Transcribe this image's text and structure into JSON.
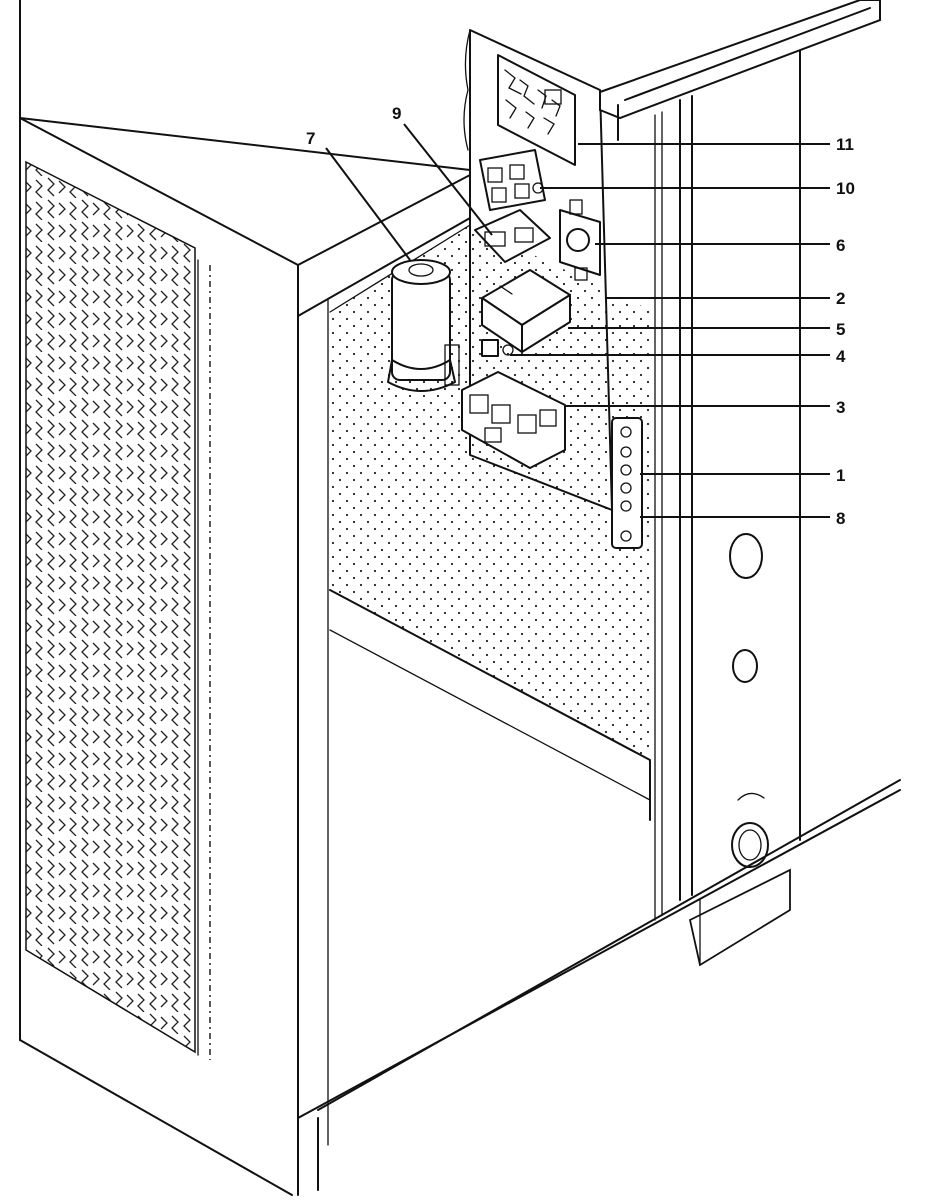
{
  "callouts": [
    {
      "id": "c7",
      "text": "7"
    },
    {
      "id": "c9",
      "text": "9"
    },
    {
      "id": "c11",
      "text": "11"
    },
    {
      "id": "c10",
      "text": "10"
    },
    {
      "id": "c6",
      "text": "6"
    },
    {
      "id": "c2",
      "text": "2"
    },
    {
      "id": "c5",
      "text": "5"
    },
    {
      "id": "c4",
      "text": "4"
    },
    {
      "id": "c3",
      "text": "3"
    },
    {
      "id": "c1",
      "text": "1"
    },
    {
      "id": "c8",
      "text": "8"
    }
  ]
}
